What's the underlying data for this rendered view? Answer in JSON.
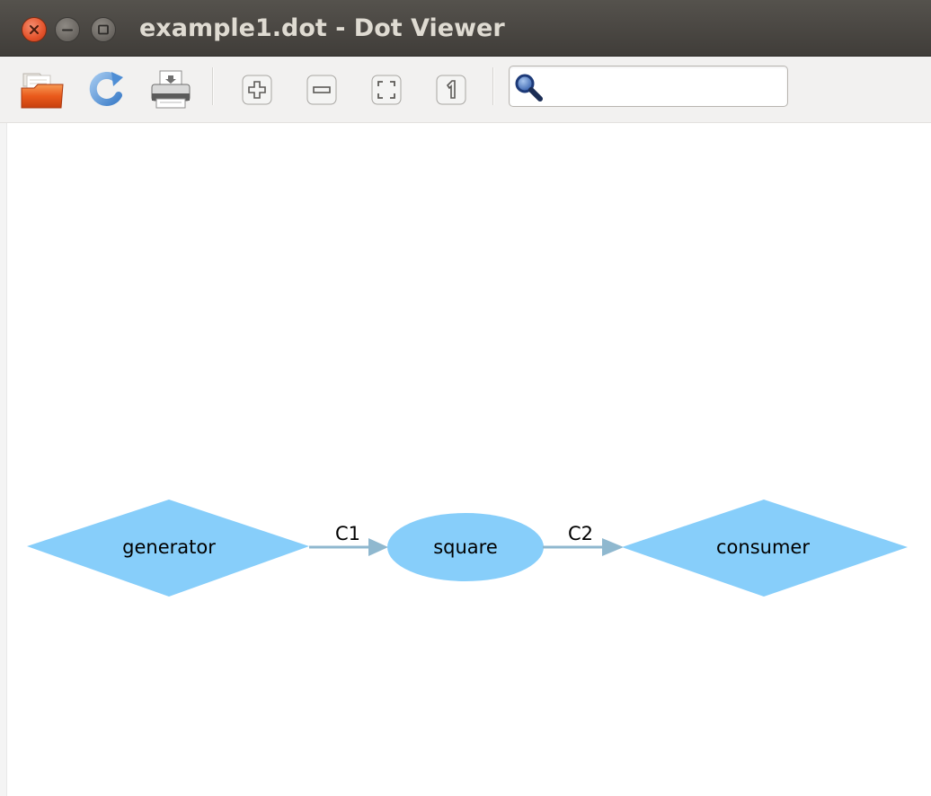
{
  "window": {
    "title": "example1.dot - Dot Viewer"
  },
  "toolbar": {
    "buttons": [
      {
        "name": "open",
        "icon": "folder-open-icon"
      },
      {
        "name": "reload",
        "icon": "refresh-icon"
      },
      {
        "name": "print",
        "icon": "printer-icon"
      },
      {
        "name": "zoom-in",
        "icon": "zoom-in-icon"
      },
      {
        "name": "zoom-out",
        "icon": "zoom-out-icon"
      },
      {
        "name": "zoom-fit",
        "icon": "zoom-fit-icon"
      },
      {
        "name": "zoom-100",
        "icon": "zoom-100-icon"
      }
    ],
    "search": {
      "value": "",
      "icon": "search-icon"
    }
  },
  "graph": {
    "nodes": [
      {
        "id": "generator",
        "label": "generator",
        "shape": "diamond"
      },
      {
        "id": "square",
        "label": "square",
        "shape": "ellipse"
      },
      {
        "id": "consumer",
        "label": "consumer",
        "shape": "diamond"
      }
    ],
    "edges": [
      {
        "from": "generator",
        "to": "square",
        "label": "C1"
      },
      {
        "from": "square",
        "to": "consumer",
        "label": "C2"
      }
    ],
    "colors": {
      "node_fill": "#87cefa",
      "edge": "#8fb8cf",
      "text": "#000000"
    }
  }
}
